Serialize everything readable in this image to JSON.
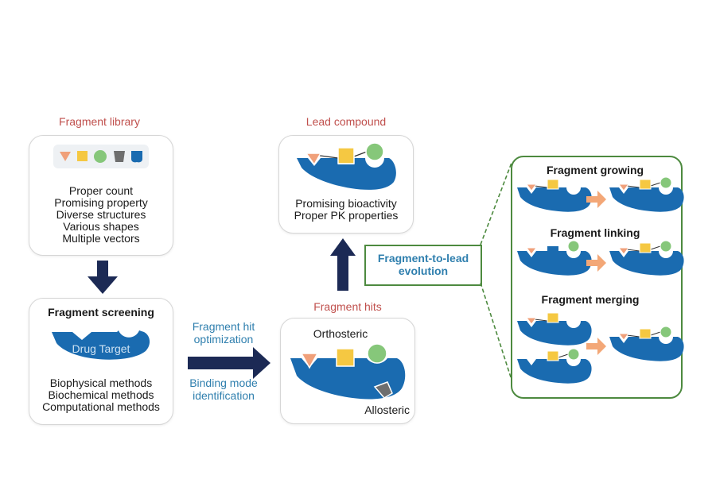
{
  "colors": {
    "title_red": "#c0504d",
    "protein_blue": "#1a6bb0",
    "arrow_navy": "#1c2a55",
    "triangle_orange": "#f0a07a",
    "square_yellow": "#f5c842",
    "circle_green": "#86c77a",
    "trapezoid_gray": "#6e6e6e",
    "frame_green": "#4d8a3f",
    "label_blue": "#2f7fae",
    "step_arrow_peach": "#f3a777"
  },
  "library": {
    "title": "Fragment library",
    "icons": [
      "triangle-fragment",
      "square-fragment",
      "circle-fragment",
      "trapezoid-fragment",
      "shield-fragment"
    ],
    "properties": [
      "Proper count",
      "Promising property",
      "Diverse structures",
      "Various shapes",
      "Multiple vectors"
    ]
  },
  "screening": {
    "title": "Fragment screening",
    "target_label": "Drug Target",
    "methods": [
      "Biophysical methods",
      "Biochemical methods",
      "Computational methods"
    ]
  },
  "optimization": {
    "top_label": [
      "Fragment hit",
      "optimization"
    ],
    "bottom_label": [
      "Binding mode",
      "identification"
    ]
  },
  "hits": {
    "title": "Fragment hits",
    "orthosteric": "Orthosteric",
    "allosteric": "Allosteric"
  },
  "lead": {
    "title": "Lead compound",
    "properties": [
      "Promising bioactivity",
      "Proper PK properties"
    ]
  },
  "evolution": {
    "label": [
      "Fragment-to-lead",
      "evolution"
    ],
    "strategies": [
      {
        "title": "Fragment growing"
      },
      {
        "title": "Fragment linking"
      },
      {
        "title": "Fragment merging"
      }
    ]
  }
}
